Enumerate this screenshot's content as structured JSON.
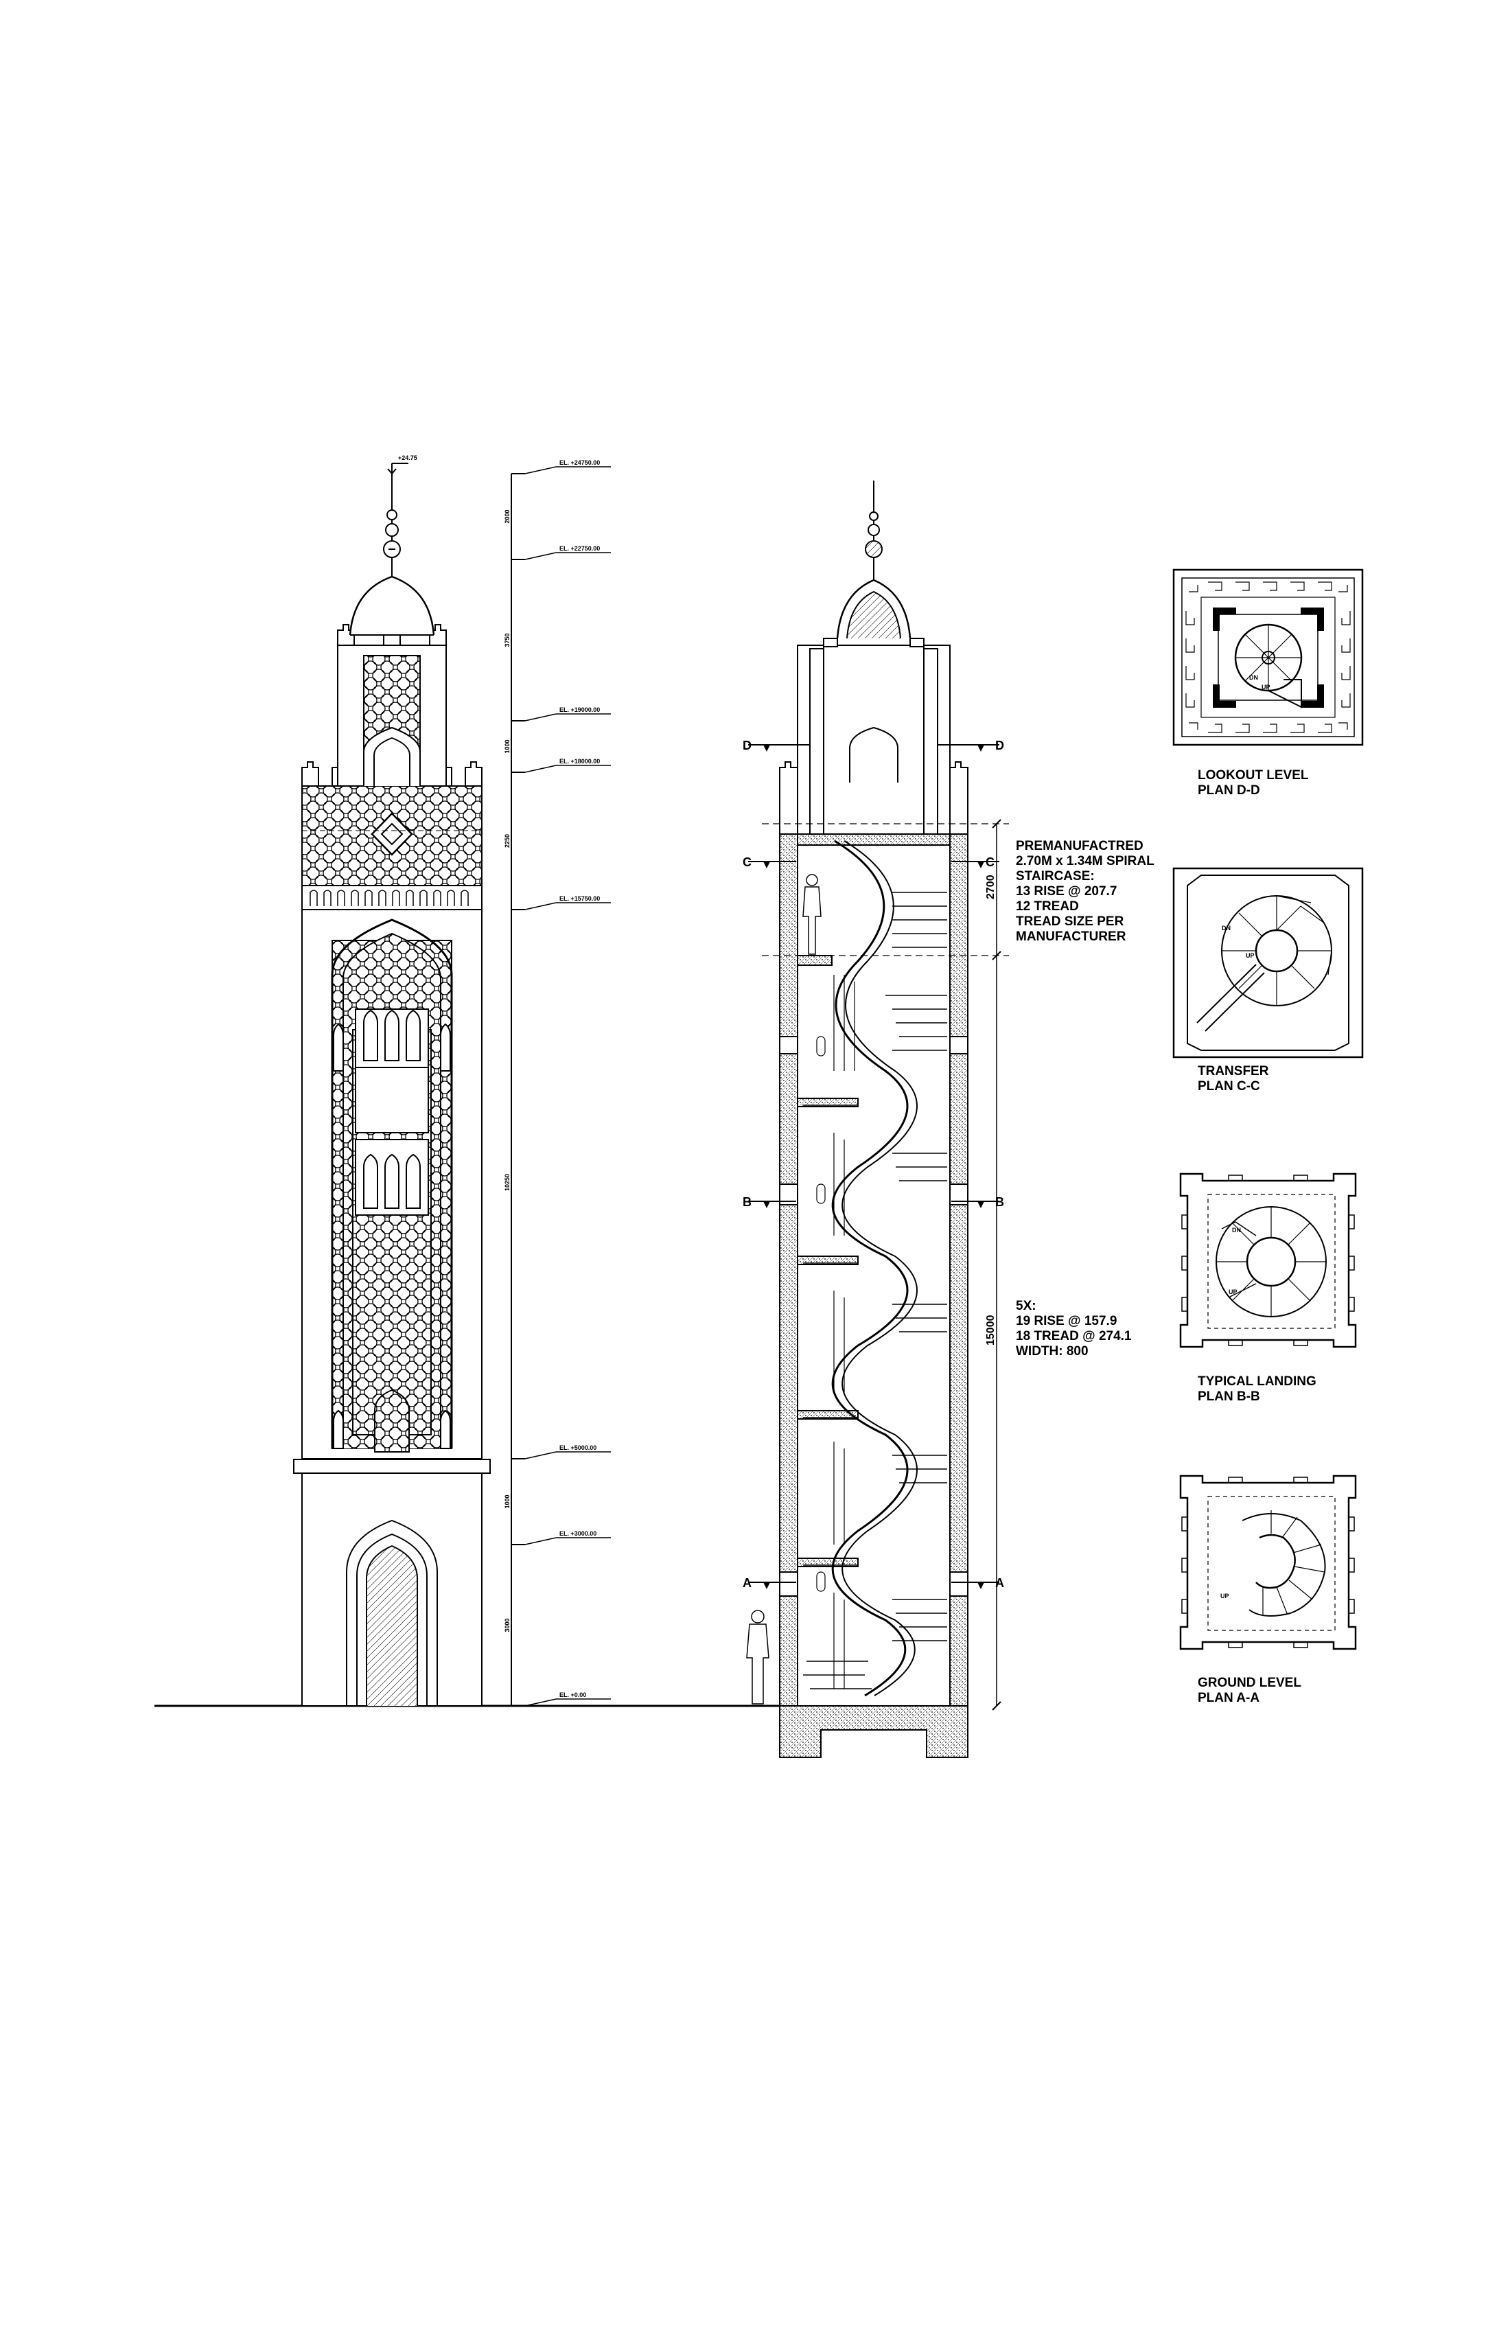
{
  "elevation": {
    "top_level": "+24.75",
    "levels": [
      "EL. +24750.00",
      "EL. +22750.00",
      "EL. +19000.00",
      "EL. +18000.00",
      "EL. +15750.00",
      "EL. +5000.00",
      "EL. +3000.00",
      "EL. +0.00"
    ],
    "dims": [
      "2000",
      "3750",
      "1000",
      "2250",
      "10250",
      "1000",
      "3000"
    ]
  },
  "section": {
    "cut_marks": {
      "a": "A",
      "b": "B",
      "c": "C",
      "d": "D"
    },
    "dim_upper": "2700",
    "dim_lower": "15000",
    "note_stair": [
      "PREMANUFACTRED",
      "2.70M x 1.34M SPIRAL",
      "STAIRCASE:",
      "13 RISE @ 207.7",
      "12 TREAD",
      "TREAD SIZE PER",
      "MANUFACTURER"
    ],
    "note_landing": [
      "5X:",
      "19 RISE @ 157.9",
      "18 TREAD @ 274.1",
      "WIDTH: 800"
    ]
  },
  "plans": [
    {
      "title": [
        "LOOKOUT LEVEL",
        "PLAN D-D"
      ],
      "tags": [
        "DN",
        "UP"
      ]
    },
    {
      "title": [
        "TRANSFER",
        "PLAN C-C"
      ],
      "tags": [
        "DN",
        "UP"
      ]
    },
    {
      "title": [
        "TYPICAL LANDING",
        "PLAN B-B"
      ],
      "tags": [
        "DN",
        "UP"
      ]
    },
    {
      "title": [
        "GROUND LEVEL",
        "PLAN A-A"
      ],
      "tags": [
        "UP"
      ]
    }
  ]
}
